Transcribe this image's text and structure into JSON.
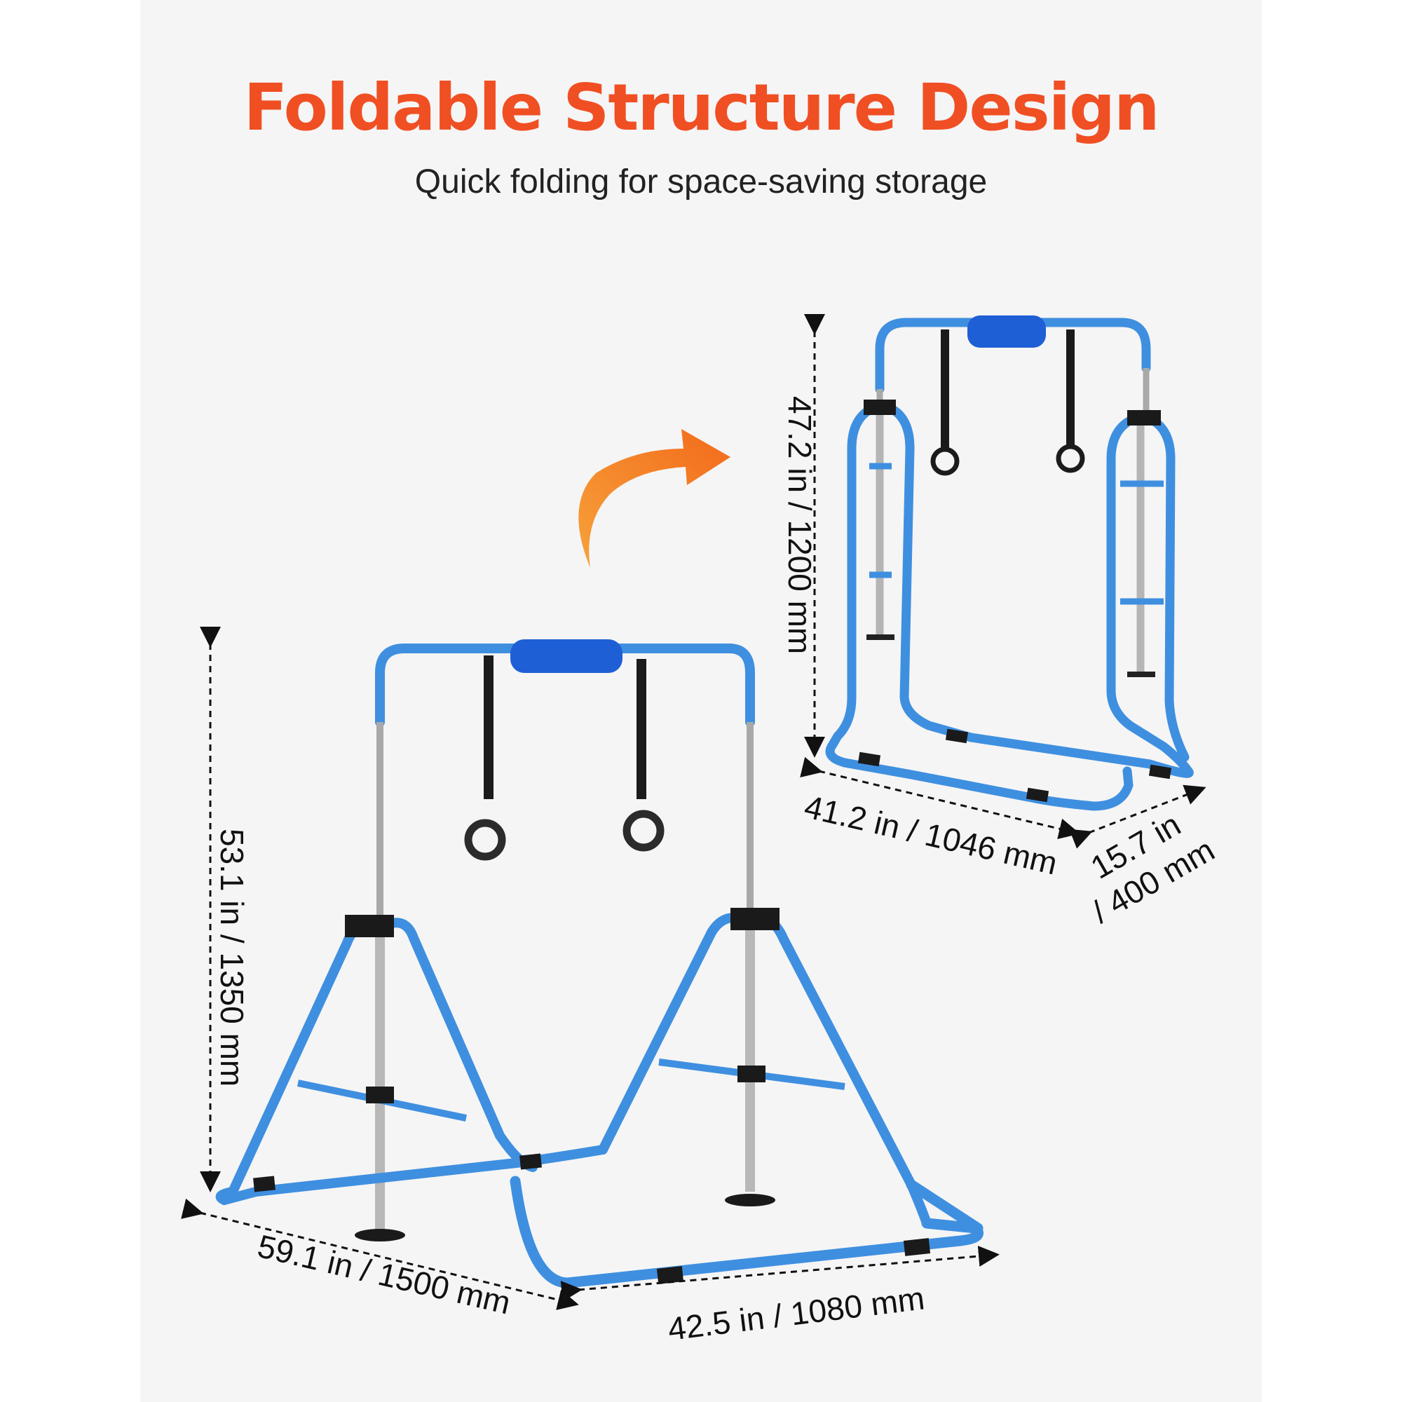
{
  "title": "Foldable Structure Design",
  "subtitle": "Quick folding for space-saving storage",
  "colors": {
    "title": "#f04f23",
    "frame": "#3f8fe0",
    "frame_dark": "#2a6fc0",
    "pad": "#1f5fd6",
    "pole": "#a9a9a9",
    "arrow_start": "#f7a23a",
    "arrow_end": "#f26a1b",
    "background": "#f5f5f5"
  },
  "folded": {
    "height_label": "47.2 in / 1200 mm",
    "width_label": "41.2 in / 1046 mm",
    "depth_label_line1": "15.7 in",
    "depth_label_line2": "/ 400 mm"
  },
  "unfolded": {
    "height_label": "53.1 in / 1350 mm",
    "length_label": "59.1 in / 1500 mm",
    "width_label": "42.5 in / 1080 mm"
  },
  "icons": {
    "fold_arrow": "curved-arrow-right-icon"
  }
}
